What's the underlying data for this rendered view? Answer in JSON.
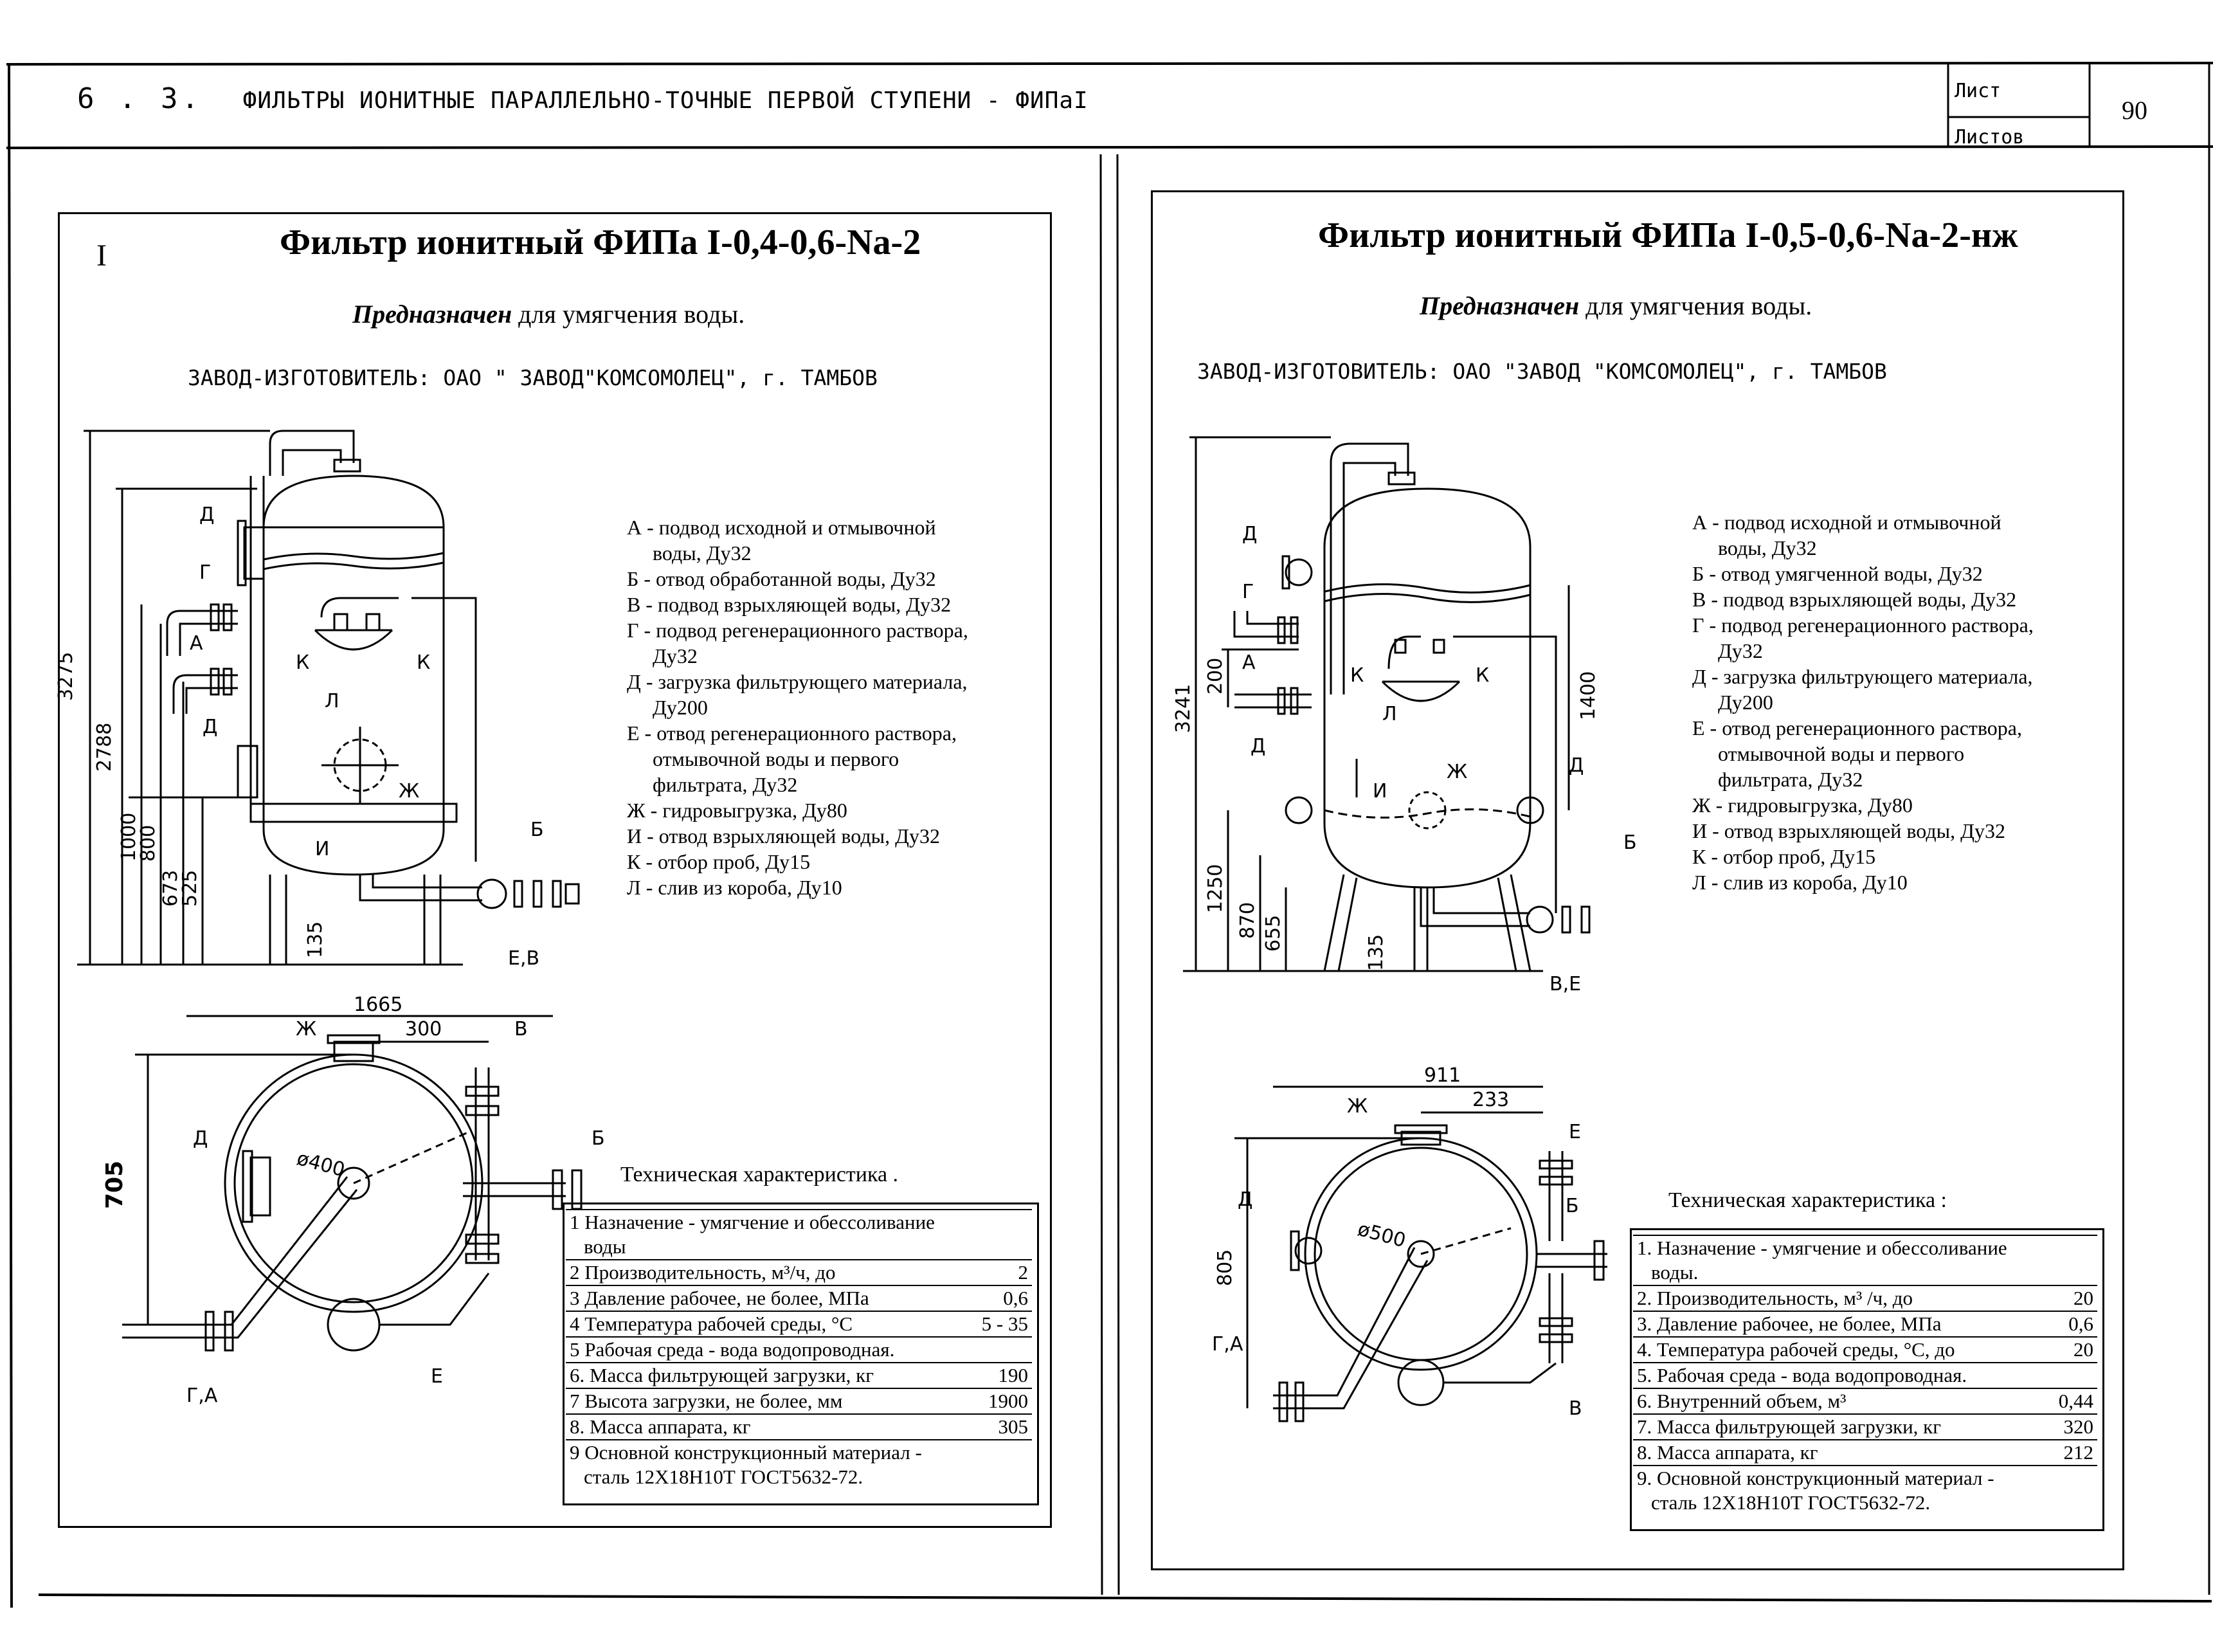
{
  "header": {
    "section_number": "6 . 3.",
    "title": "ФИЛЬТРЫ ИОНИТНЫЕ ПАРАЛЛЕЛЬНО-ТОЧНЫЕ ПЕРВОЙ СТУПЕНИ - ФИПаI",
    "sheet_label": "Лист",
    "sheets_label": "Листов",
    "page_number": "90"
  },
  "left": {
    "roman": "I",
    "title": "Фильтр ионитный ФИПа I-0,4-0,6-Na-2",
    "purpose_bold": "Предназначен",
    "purpose_rest": " для умягчения воды.",
    "manufacturer": "ЗАВОД-ИЗГОТОВИТЕЛЬ: ОАО \" ЗАВОД\"КОМСОМОЛЕЦ\", г. ТАМБОВ",
    "legend": [
      [
        "А - подвод исходной и отмывочной",
        "воды, Ду32"
      ],
      [
        "Б - отвод обработанной воды, Ду32"
      ],
      [
        "В - подвод взрыхляющей воды, Ду32"
      ],
      [
        "Г - подвод регенерационного раствора,",
        "Ду32"
      ],
      [
        "Д - загрузка фильтрующего материала,",
        "Ду200"
      ],
      [
        "Е - отвод регенерационного раствора,",
        "отмывочной воды и первого",
        "фильтрата, Ду32"
      ],
      [
        "Ж - гидровыгрузка, Ду80"
      ],
      [
        "И - отвод взрыхляющей воды, Ду32"
      ],
      [
        "К - отбор проб, Ду15"
      ],
      [
        "Л - слив из короба, Ду10"
      ]
    ],
    "tech_caption": "Техническая характеристика .",
    "tech": [
      {
        "lines": [
          "1 Назначение - умягчение и обессоливание",
          "воды"
        ],
        "value": ""
      },
      {
        "lines": [
          "2 Производительность, м³/ч, до"
        ],
        "value": "2"
      },
      {
        "lines": [
          "3 Давление рабочее, не более, МПа"
        ],
        "value": "0,6"
      },
      {
        "lines": [
          "4 Температура рабочей среды, °С"
        ],
        "value": "5 - 35"
      },
      {
        "lines": [
          "5 Рабочая среда - вода водопроводная."
        ],
        "value": ""
      },
      {
        "lines": [
          "6. Масса фильтрующей загрузки, кг"
        ],
        "value": "190"
      },
      {
        "lines": [
          "7 Высота загрузки, не более, мм"
        ],
        "value": "1900"
      },
      {
        "lines": [
          "8. Масса аппарата, кг"
        ],
        "value": "305"
      },
      {
        "lines": [
          "9 Основной конструкционный материал -",
          "сталь 12Х18Н10Т ГОСТ5632-72."
        ],
        "value": ""
      }
    ],
    "dims": {
      "h1": "3275",
      "h2": "2788",
      "h3": "1000",
      "h4": "800",
      "h5": "673",
      "h6": "525",
      "h7": "135",
      "w1": "1665",
      "w2": "300",
      "d": "705",
      "dia": "ø400"
    },
    "labels": {
      "D": "Д",
      "G": "Г",
      "A": "А",
      "K": "К",
      "L": "Л",
      "Zh": "Ж",
      "I": "И",
      "B": "Б",
      "EV": "Е,В",
      "V": "В",
      "E": "Е",
      "GA": "Г,А"
    }
  },
  "right": {
    "title": "Фильтр ионитный ФИПа I-0,5-0,6-Na-2-нж",
    "purpose_bold": "Предназначен",
    "purpose_rest": " для умягчения воды.",
    "manufacturer": "ЗАВОД-ИЗГОТОВИТЕЛЬ: ОАО \"ЗАВОД \"КОМСОМОЛЕЦ\", г. ТАМБОВ",
    "legend": [
      [
        "А - подвод исходной и отмывочной",
        "воды, Ду32"
      ],
      [
        "Б - отвод умягченной воды, Ду32"
      ],
      [
        "В - подвод взрыхляющей воды, Ду32"
      ],
      [
        "Г - подвод регенерационного раствора,",
        "Ду32"
      ],
      [
        "Д - загрузка фильтрующего материала,",
        "Ду200"
      ],
      [
        "Е - отвод регенерационного раствора,",
        "отмывочной воды и первого",
        "фильтрата, Ду32"
      ],
      [
        "Ж - гидровыгрузка, Ду80"
      ],
      [
        "И - отвод взрыхляющей воды, Ду32"
      ],
      [
        "К - отбор проб, Ду15"
      ],
      [
        "Л - слив из короба, Ду10"
      ]
    ],
    "tech_caption": "Техническая характеристика :",
    "tech": [
      {
        "lines": [
          "1. Назначение - умягчение и обессоливание",
          "воды."
        ],
        "value": ""
      },
      {
        "lines": [
          "2. Производительность, м³ /ч, до"
        ],
        "value": "20"
      },
      {
        "lines": [
          "3. Давление рабочее, не более, МПа"
        ],
        "value": "0,6"
      },
      {
        "lines": [
          "4. Температура рабочей среды, °С, до"
        ],
        "value": "20"
      },
      {
        "lines": [
          "5. Рабочая среда - вода водопроводная."
        ],
        "value": ""
      },
      {
        "lines": [
          "6. Внутренний объем, м³"
        ],
        "value": "0,44"
      },
      {
        "lines": [
          "7. Масса фильтрующей загрузки, кг"
        ],
        "value": "320"
      },
      {
        "lines": [
          "8. Масса аппарата, кг"
        ],
        "value": "212"
      },
      {
        "lines": [
          "9. Основной конструкционный материал -",
          "сталь 12Х18Н10Т ГОСТ5632-72."
        ],
        "value": ""
      }
    ],
    "dims": {
      "h1": "3241",
      "h2": "200",
      "h3": "1400",
      "h4": "1250",
      "h5": "870",
      "h6": "655",
      "h7": "135",
      "w1": "911",
      "w2": "233",
      "d": "805",
      "dia": "ø500"
    },
    "labels": {
      "D": "Д",
      "G": "Г",
      "A": "А",
      "K": "К",
      "L": "Л",
      "Zh": "Ж",
      "I": "И",
      "B": "Б",
      "VE": "В,Е",
      "V": "В",
      "E": "Е",
      "GA": "Г,А"
    }
  }
}
